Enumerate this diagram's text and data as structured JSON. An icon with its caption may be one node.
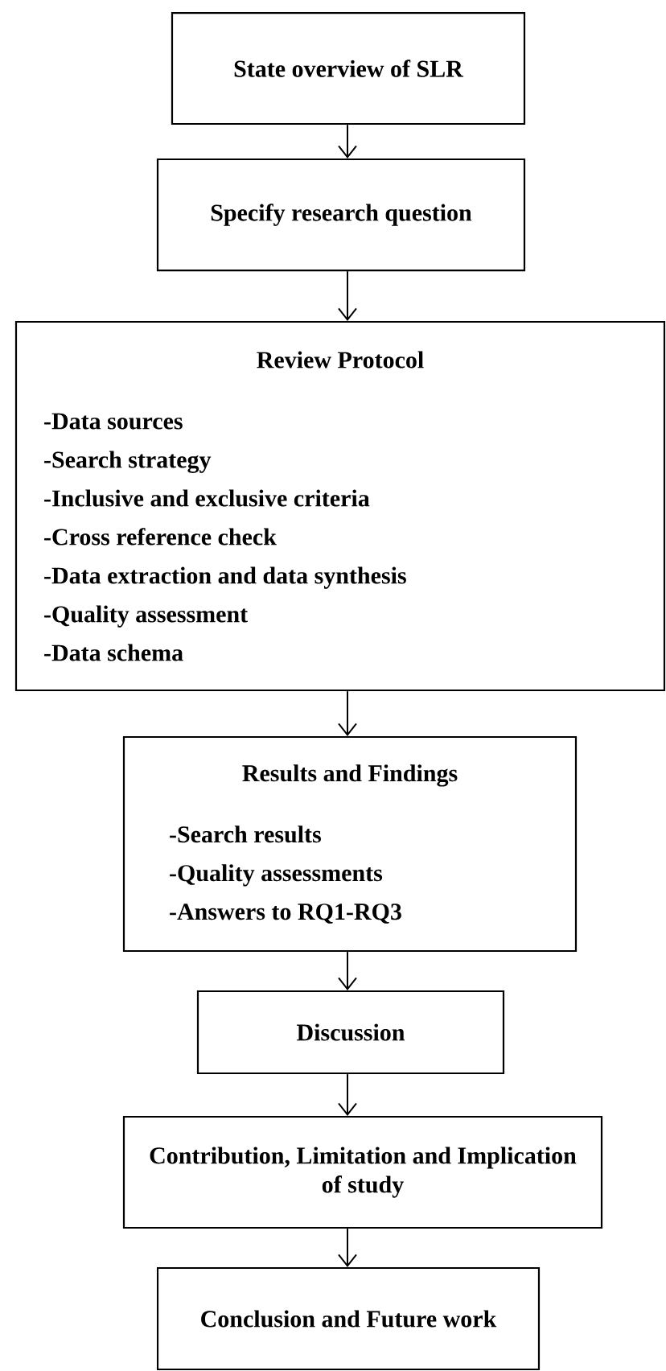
{
  "diagram": {
    "nodes": [
      {
        "text": [
          "State overview of SLR"
        ]
      },
      {
        "text": [
          "Specify research question"
        ]
      },
      {
        "text": [
          "Review Protocol",
          "-Data sources",
          "-Search strategy",
          "-Inclusive and exclusive criteria",
          "-Cross reference check",
          "-Data extraction and data synthesis",
          "-Quality assessment",
          "-Data schema"
        ]
      },
      {
        "text": [
          "Results and Findings",
          "-Search results",
          "-Quality assessments",
          "-Answers to RQ1-RQ3"
        ]
      },
      {
        "text": [
          "Discussion"
        ]
      },
      {
        "text": [
          "Contribution, Limitation and Implication of study"
        ]
      },
      {
        "text": [
          "Conclusion and Future work"
        ]
      }
    ],
    "edges": [
      {
        "from": 0,
        "to": 1,
        "arrow": "to"
      },
      {
        "from": 1,
        "to": 2,
        "arrow": "to"
      },
      {
        "from": 2,
        "to": 3,
        "arrow": "to"
      },
      {
        "from": 3,
        "to": 4,
        "arrow": "to"
      },
      {
        "from": 4,
        "to": 5,
        "arrow": "to"
      },
      {
        "from": 5,
        "to": 6,
        "arrow": "to"
      }
    ]
  }
}
